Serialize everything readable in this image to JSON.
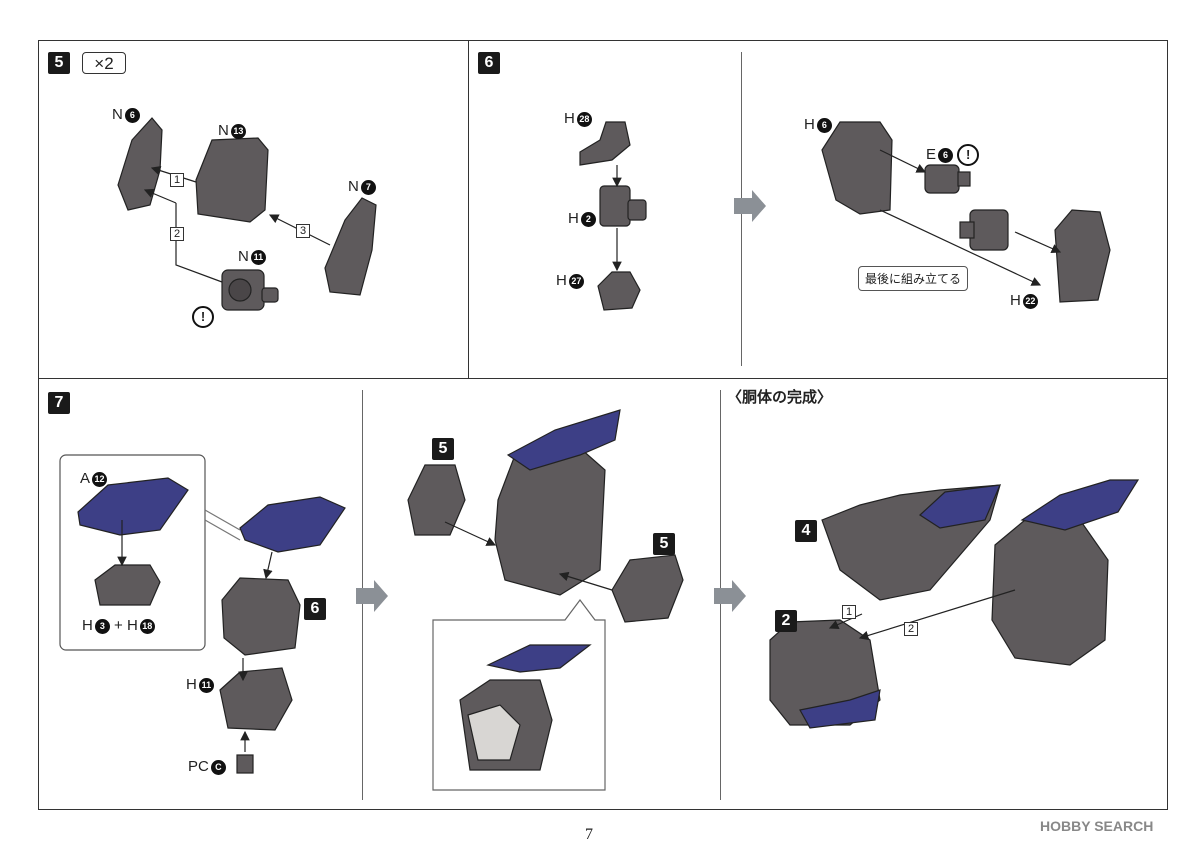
{
  "page_number": "7",
  "logo_text": "HOBBY SEARCH",
  "step5": {
    "number": "5",
    "multiplier": "×2",
    "parts": {
      "n6": "N",
      "n6_num": "6",
      "n13": "N",
      "n13_num": "13",
      "n7": "N",
      "n7_num": "7",
      "n11": "N",
      "n11_num": "11"
    },
    "order": [
      "1",
      "2",
      "3"
    ],
    "caution": "!"
  },
  "step6": {
    "number": "6",
    "parts": {
      "h28": "H",
      "h28_num": "28",
      "h2": "H",
      "h2_num": "2",
      "h27": "H",
      "h27_num": "27",
      "h6": "H",
      "h6_num": "6",
      "e6": "E",
      "e6_num": "6",
      "h22": "H",
      "h22_num": "22"
    },
    "callout": "最後に組み立てる",
    "caution": "!"
  },
  "step7": {
    "number": "7",
    "parts": {
      "a12": "A",
      "a12_num": "12",
      "h3": "H",
      "h3_num": "3",
      "plus": "+",
      "h18": "H",
      "h18_num": "18",
      "h11": "H",
      "h11_num": "11",
      "pc": "PC",
      "pc_num": "C"
    },
    "ref6": "6",
    "ref5a": "5",
    "ref5b": "5",
    "completion_title": "〈胴体の完成〉",
    "ref4": "4",
    "ref2": "2",
    "order": [
      "1",
      "2"
    ]
  },
  "colors": {
    "part_gray": "#5e5a5c",
    "part_blue": "#3d3f86",
    "light_gray": "#d8d6d3"
  }
}
